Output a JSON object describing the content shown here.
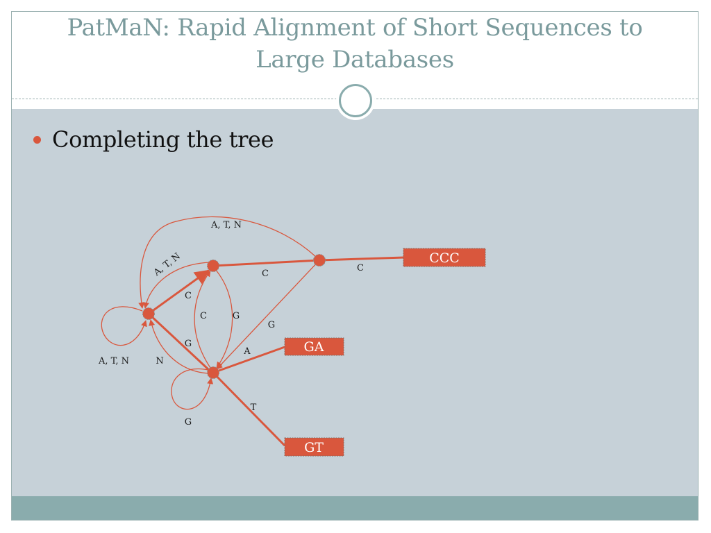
{
  "slide": {
    "title_line1": "PatMaN: Rapid Alignment of Short Sequences to",
    "title_line2": "Large Databases",
    "bullet": "Completing the tree"
  },
  "colors": {
    "title": "#7a9a9c",
    "content_bg": "#c6d1d8",
    "footer": "#8aacad",
    "accent": "#d9573d"
  },
  "diagram": {
    "nodes": [
      {
        "id": "n1"
      },
      {
        "id": "n2"
      },
      {
        "id": "n3"
      },
      {
        "id": "n4"
      }
    ],
    "result_boxes": [
      {
        "id": "ccc",
        "label": "CCC"
      },
      {
        "id": "ga",
        "label": "GA"
      },
      {
        "id": "gt",
        "label": "GT"
      }
    ],
    "edge_labels": [
      {
        "id": "n4-n1-arc",
        "text": "A, T, N"
      },
      {
        "id": "n2-n1-arc",
        "text": "A, T, N"
      },
      {
        "id": "n2-n4",
        "text": "C"
      },
      {
        "id": "n4-ccc",
        "text": "C"
      },
      {
        "id": "n1-n2",
        "text": "C"
      },
      {
        "id": "n3-n2",
        "text": "C"
      },
      {
        "id": "n2-n3",
        "text": "G"
      },
      {
        "id": "n4-n3",
        "text": "G"
      },
      {
        "id": "n1-n3",
        "text": "G"
      },
      {
        "id": "n3-ga",
        "text": "A"
      },
      {
        "id": "n1-self",
        "text": "A, T, N"
      },
      {
        "id": "n3-n1",
        "text": "N"
      },
      {
        "id": "n3-gt",
        "text": "T"
      },
      {
        "id": "n3-self",
        "text": "G"
      }
    ]
  }
}
